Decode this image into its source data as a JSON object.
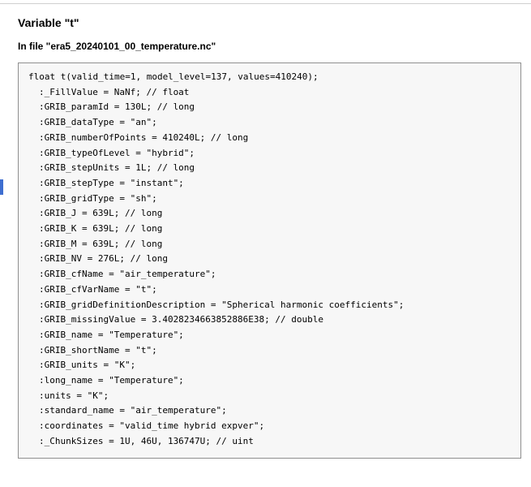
{
  "page": {
    "title": "Variable \"t\"",
    "subtitle": "In file \"era5_20240101_00_temperature.nc\""
  },
  "colors": {
    "box_background": "#f7f7f7",
    "box_border": "#8f8f8f",
    "top_divider": "#cfcfcf",
    "left_marker": "#3e6ed0"
  },
  "variable": {
    "signature": "float t(valid_time=1, model_level=137, values=410240);",
    "attributes": [
      ":_FillValue = NaNf; // float",
      ":GRIB_paramId = 130L; // long",
      ":GRIB_dataType = \"an\";",
      ":GRIB_numberOfPoints = 410240L; // long",
      ":GRIB_typeOfLevel = \"hybrid\";",
      ":GRIB_stepUnits = 1L; // long",
      ":GRIB_stepType = \"instant\";",
      ":GRIB_gridType = \"sh\";",
      ":GRIB_J = 639L; // long",
      ":GRIB_K = 639L; // long",
      ":GRIB_M = 639L; // long",
      ":GRIB_NV = 276L; // long",
      ":GRIB_cfName = \"air_temperature\";",
      ":GRIB_cfVarName = \"t\";",
      ":GRIB_gridDefinitionDescription = \"Spherical harmonic coefficients\";",
      ":GRIB_missingValue = 3.4028234663852886E38; // double",
      ":GRIB_name = \"Temperature\";",
      ":GRIB_shortName = \"t\";",
      ":GRIB_units = \"K\";",
      ":long_name = \"Temperature\";",
      ":units = \"K\";",
      ":standard_name = \"air_temperature\";",
      ":coordinates = \"valid_time hybrid expver\";",
      ":_ChunkSizes = 1U, 46U, 136747U; // uint"
    ]
  }
}
